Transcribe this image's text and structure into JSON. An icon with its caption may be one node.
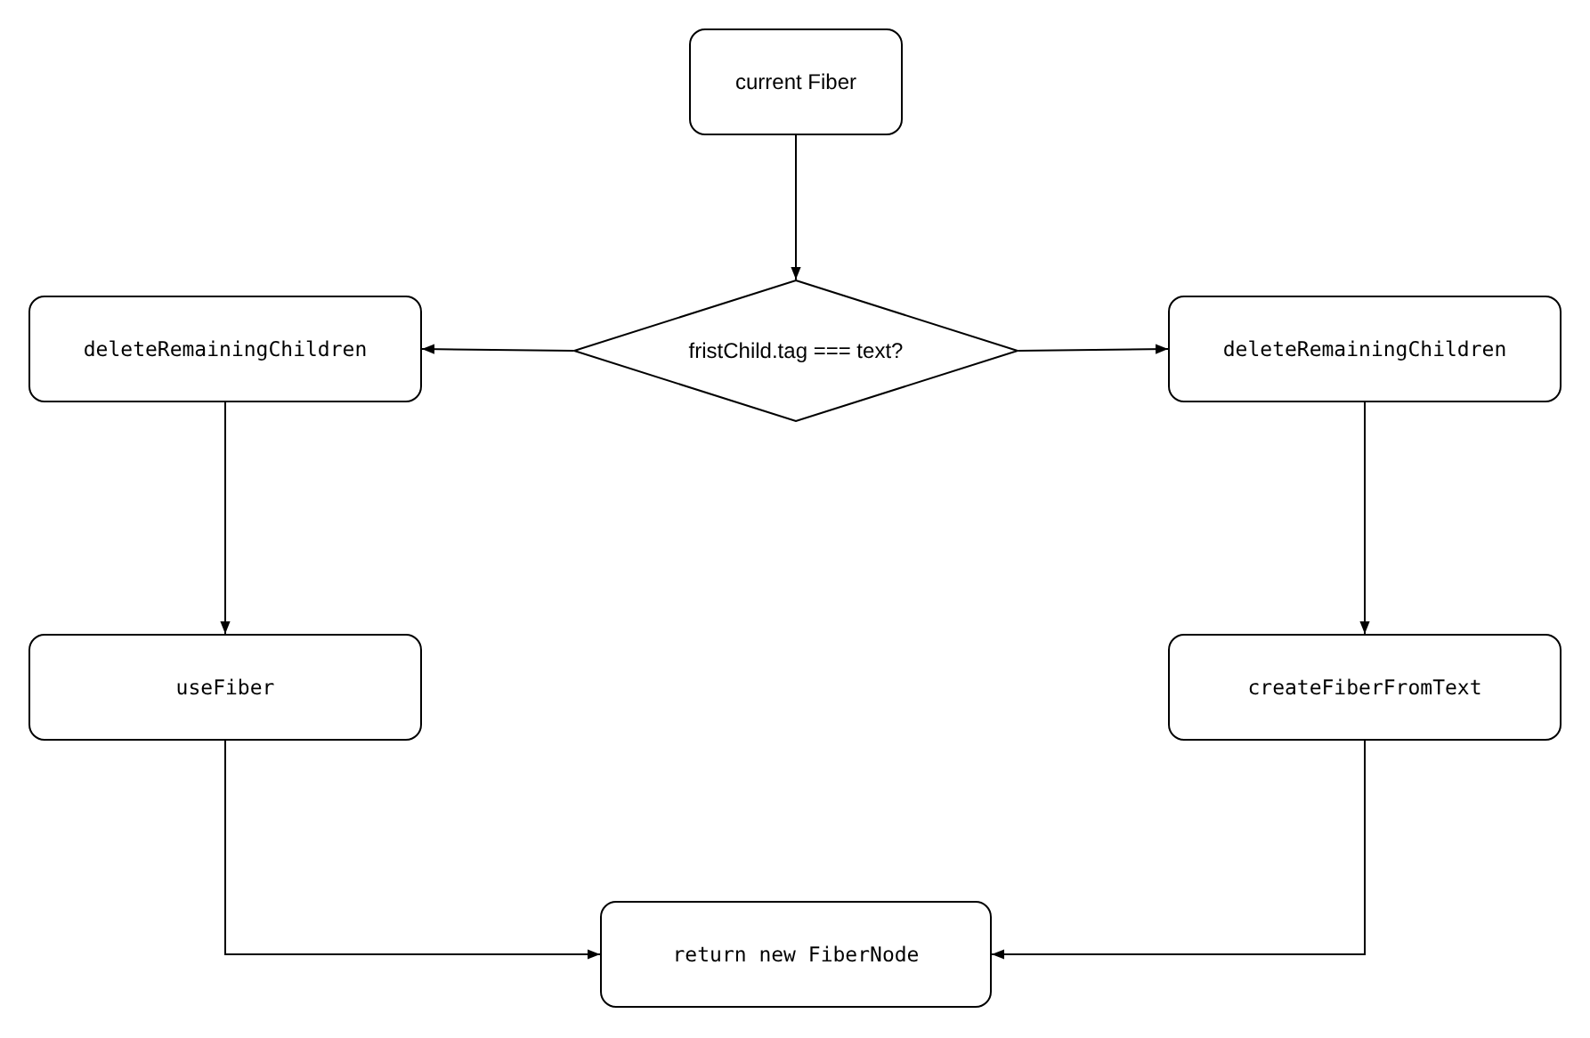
{
  "diagram": {
    "nodes": [
      {
        "text": [
          "current Fiber"
        ]
      },
      {
        "text": [
          "fristChild.tag === text?"
        ]
      },
      {
        "text": [
          "deleteRemainingChildren"
        ]
      },
      {
        "text": [
          "deleteRemainingChildren"
        ]
      },
      {
        "text": [
          "useFiber"
        ]
      },
      {
        "text": [
          "createFiberFromText"
        ]
      },
      {
        "text": [
          "return new FiberNode"
        ]
      }
    ],
    "edges": [
      {
        "from": 0,
        "to": 1,
        "arrow": "to"
      },
      {
        "from": 1,
        "to": 2,
        "arrow": "to"
      },
      {
        "from": 1,
        "to": 3,
        "arrow": "to"
      },
      {
        "from": 2,
        "to": 4,
        "arrow": "to"
      },
      {
        "from": 3,
        "to": 5,
        "arrow": "to"
      },
      {
        "from": 4,
        "to": 6,
        "arrow": "to"
      },
      {
        "from": 5,
        "to": 6,
        "arrow": "to"
      }
    ]
  }
}
